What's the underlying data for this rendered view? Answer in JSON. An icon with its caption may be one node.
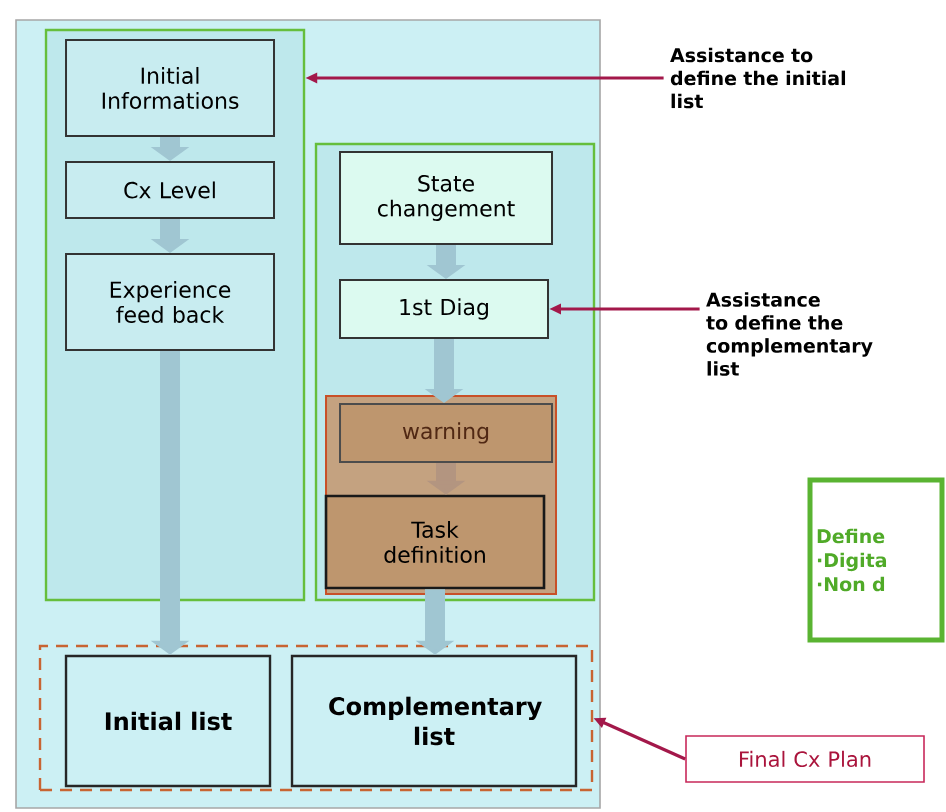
{
  "diagram": {
    "nodes": [
      {
        "text": [],
        "shape": "box"
      },
      {
        "text": [],
        "shape": "box",
        "in": 0
      },
      {
        "text": [
          "Initial Informations"
        ],
        "in": 1
      },
      {
        "text": [
          "Cx Level"
        ],
        "in": 1
      },
      {
        "text": [
          "Experience feed back"
        ],
        "in": 1
      },
      {
        "text": [],
        "shape": "box",
        "in": 0
      },
      {
        "text": [
          "State changement"
        ],
        "in": 5
      },
      {
        "text": [
          "1st Diag"
        ],
        "in": 5
      },
      {
        "text": [],
        "shape": "box",
        "in": 5
      },
      {
        "text": [
          "warning"
        ],
        "in": 8
      },
      {
        "text": [
          "Task definition"
        ],
        "in": 8
      },
      {
        "text": [],
        "shape": "box",
        "in": 0
      },
      {
        "text": [
          "Initial list"
        ],
        "in": 11
      },
      {
        "text": [
          "Complementary list"
        ],
        "in": 11
      },
      {
        "text": [
          "Assistance to define the initial list"
        ]
      },
      {
        "text": [
          "Assistance to define the complementary list"
        ]
      },
      {
        "text": [
          "Define",
          "·Digita",
          "·Non d"
        ]
      },
      {
        "text": [
          "Final Cx Plan"
        ]
      }
    ],
    "edges": [
      {
        "from": 2,
        "to": 3,
        "arrow": "to"
      },
      {
        "from": 3,
        "to": 4,
        "arrow": "to"
      },
      {
        "from": 4,
        "to": 12,
        "arrow": "to"
      },
      {
        "from": 6,
        "to": 7,
        "arrow": "to"
      },
      {
        "from": 7,
        "to": 9,
        "arrow": "to"
      },
      {
        "from": 9,
        "to": 10,
        "arrow": "to",
        "color": "#b39580"
      },
      {
        "from": 10,
        "to": 13,
        "arrow": "to"
      },
      {
        "from": 14,
        "to": 1,
        "arrow": "to",
        "color": "#a3184a"
      },
      {
        "from": 15,
        "to": 7,
        "arrow": "to",
        "color": "#a3184a"
      },
      {
        "from": 17,
        "to": 11,
        "arrow": "to",
        "color": "#a3184a"
      }
    ]
  }
}
